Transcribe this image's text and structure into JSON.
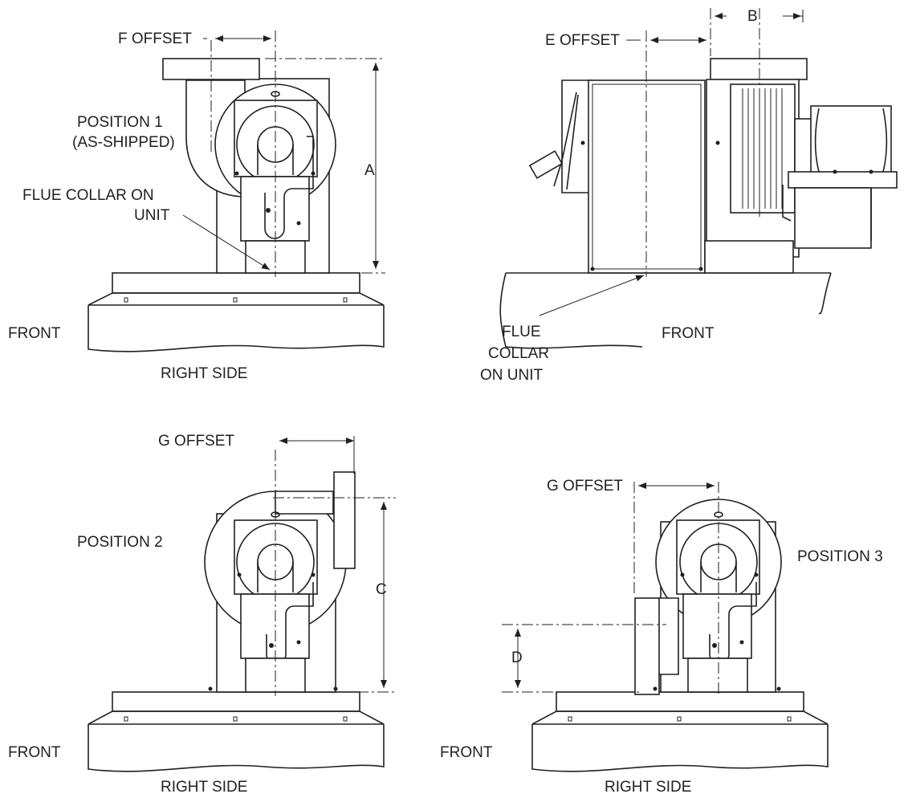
{
  "colors": {
    "ink": "#231f20",
    "paper": "#ffffff"
  },
  "view_top_left": {
    "offset_label": "F OFFSET",
    "position_label_1": "POSITION 1",
    "position_label_2": "(AS-SHIPPED)",
    "dim_label": "A",
    "flue_label_1": "FLUE COLLAR ON",
    "flue_label_2": "UNIT",
    "front_label": "FRONT",
    "side_label": "RIGHT SIDE"
  },
  "view_top_right": {
    "offset_label": "E OFFSET",
    "dim_label": "B",
    "flue_label_1": "FLUE",
    "flue_label_2": "COLLAR",
    "flue_label_3": "ON UNIT",
    "front_label": "FRONT"
  },
  "view_bottom_left": {
    "offset_label": "G OFFSET",
    "position_label": "POSITION 2",
    "dim_label": "C",
    "front_label": "FRONT",
    "side_label": "RIGHT SIDE"
  },
  "view_bottom_right": {
    "offset_label": "G OFFSET",
    "position_label": "POSITION 3",
    "dim_label": "D",
    "front_label": "FRONT",
    "side_label": "RIGHT SIDE"
  }
}
